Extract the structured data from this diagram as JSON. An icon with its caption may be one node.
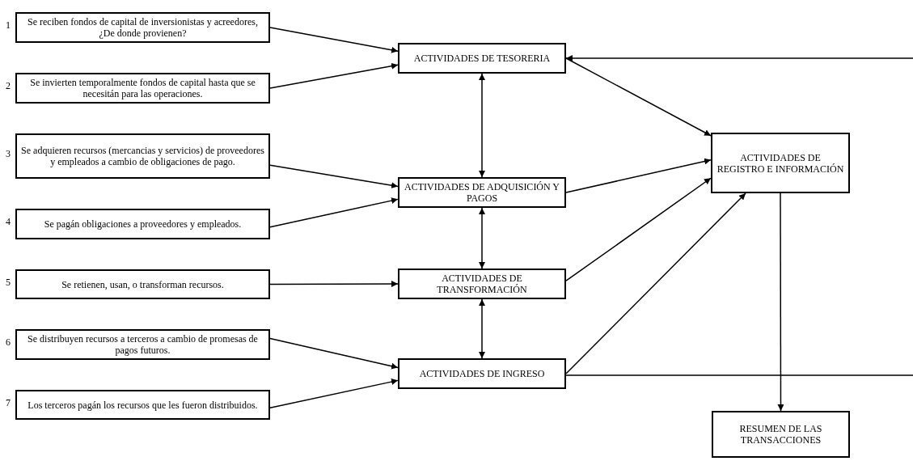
{
  "diagram": {
    "nodes": [
      {
        "text": [
          "Se reciben fondos de capital de inversionistas y acreedores, ¿De donde provienen?"
        ],
        "beside": [
          "1"
        ]
      },
      {
        "text": [
          "Se invierten temporalmente fondos de capital hasta que se necesitán para las operaciones."
        ],
        "beside": [
          "2"
        ]
      },
      {
        "text": [
          "Se adquieren recursos (mercancias y servicios) de proveedores y empleados a cambio de obligaciones de pago."
        ],
        "beside": [
          "3"
        ]
      },
      {
        "text": [
          "Se pagán obligaciones a proveedores y empleados."
        ],
        "beside": [
          "4"
        ]
      },
      {
        "text": [
          "Se retienen, usan, o transforman recursos."
        ],
        "beside": [
          "5"
        ]
      },
      {
        "text": [
          "Se distribuyen recursos a terceros a cambio de promesas de pagos futuros."
        ],
        "beside": [
          "6"
        ]
      },
      {
        "text": [
          "Los terceros pagán los recursos que les fueron distribuidos."
        ],
        "beside": [
          "7"
        ]
      },
      {
        "text": [
          "ACTIVIDADES DE TESORERIA"
        ]
      },
      {
        "text": [
          "ACTIVIDADES DE ADQUISICIÓN Y PAGOS"
        ]
      },
      {
        "text": [
          "ACTIVIDADES DE TRANSFORMACIÓN"
        ]
      },
      {
        "text": [
          "ACTIVIDADES DE INGRESO"
        ]
      },
      {
        "text": [
          "ACTIVIDADES DE REGISTRO E INFORMACIÓN"
        ]
      },
      {
        "text": [
          "RESUMEN DE LAS TRANSACCIONES"
        ]
      }
    ],
    "edges": [
      {
        "from": 0,
        "to": 7,
        "arrow": "to"
      },
      {
        "from": 1,
        "to": 7,
        "arrow": "to"
      },
      {
        "from": 2,
        "to": 8,
        "arrow": "to"
      },
      {
        "from": 3,
        "to": 8,
        "arrow": "to"
      },
      {
        "from": 4,
        "to": 9,
        "arrow": "to"
      },
      {
        "from": 5,
        "to": 10,
        "arrow": "to"
      },
      {
        "from": 6,
        "to": 10,
        "arrow": "to"
      },
      {
        "from": 7,
        "to": 8,
        "arrow": "both"
      },
      {
        "from": 8,
        "to": 9,
        "arrow": "both"
      },
      {
        "from": 9,
        "to": 10,
        "arrow": "both"
      },
      {
        "from": 7,
        "to": 11,
        "arrow": "to"
      },
      {
        "from": 8,
        "to": 11,
        "arrow": "to"
      },
      {
        "from": 9,
        "to": 11,
        "arrow": "to"
      },
      {
        "from": 10,
        "to": 11,
        "arrow": "to"
      },
      {
        "from": 11,
        "to": 12,
        "arrow": "to"
      },
      {
        "from": 10,
        "to": 7,
        "arrow": "to"
      }
    ]
  }
}
